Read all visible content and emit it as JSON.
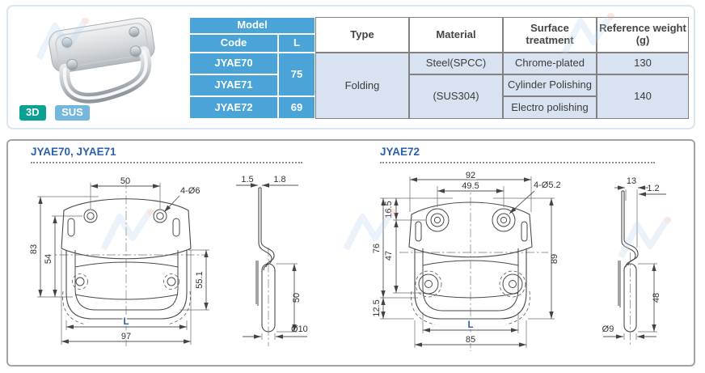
{
  "product_card": {
    "badges": {
      "badge_3d": "3D",
      "badge_sus": "SUS"
    }
  },
  "spec_table": {
    "headers": {
      "model": "Model",
      "code": "Code",
      "l": "L",
      "type": "Type",
      "material": "Material",
      "surface_treatment": "Surface treatment",
      "reference_weight": "Reference weight (g)"
    },
    "codes": {
      "r1": "JYAE70",
      "r2": "JYAE71",
      "r3": "JYAE72"
    },
    "l_values": {
      "jyae70_71": "75",
      "jyae72": "69"
    },
    "type_value": "Folding",
    "materials": {
      "jyae70": "Steel(SPCC)",
      "jyae71_72": "(SUS304)"
    },
    "surface_treatments": {
      "jyae70": "Chrome-plated",
      "jyae71": "Cylinder Polishing",
      "jyae72": "Electro polishing"
    },
    "weights": {
      "jyae70": "130",
      "jyae71_72": "140"
    }
  },
  "drawings": {
    "left": {
      "title": "JYAE70, JYAE71",
      "front": {
        "hole_spacing": "50",
        "hole_callout": "4-Ø6",
        "height_overall": "83",
        "height_hole_to_grip": "54",
        "height_handle": "55.1",
        "width_handle": "L",
        "width_overall": "97"
      },
      "side": {
        "thickness_plate": "1.5",
        "thickness_handle": "1.8",
        "grip_drop": "50",
        "grip_diameter": "Ø10"
      }
    },
    "right": {
      "title": "JYAE72",
      "front": {
        "width_overall": "92",
        "hole_spacing": "49.5",
        "hole_callout": "4-Ø5.2",
        "top_to_hole": "16.5",
        "height_plate": "76",
        "hole_to_grip": "47",
        "grip_to_bottom": "12.5",
        "height_overall": "89",
        "width_handle": "L",
        "width_outer": "85"
      },
      "side": {
        "hook_width": "13",
        "thickness": "1.2",
        "grip_drop": "48",
        "grip_diameter": "Ø9"
      }
    }
  },
  "colors": {
    "table_header_blue": "#4ba4d8",
    "table_cell_bg": "#d9e2f1",
    "badge_3d_teal": "#0aa193",
    "badge_sus_blue": "#74b7dc",
    "drawing_title_blue": "#2d5fae"
  }
}
